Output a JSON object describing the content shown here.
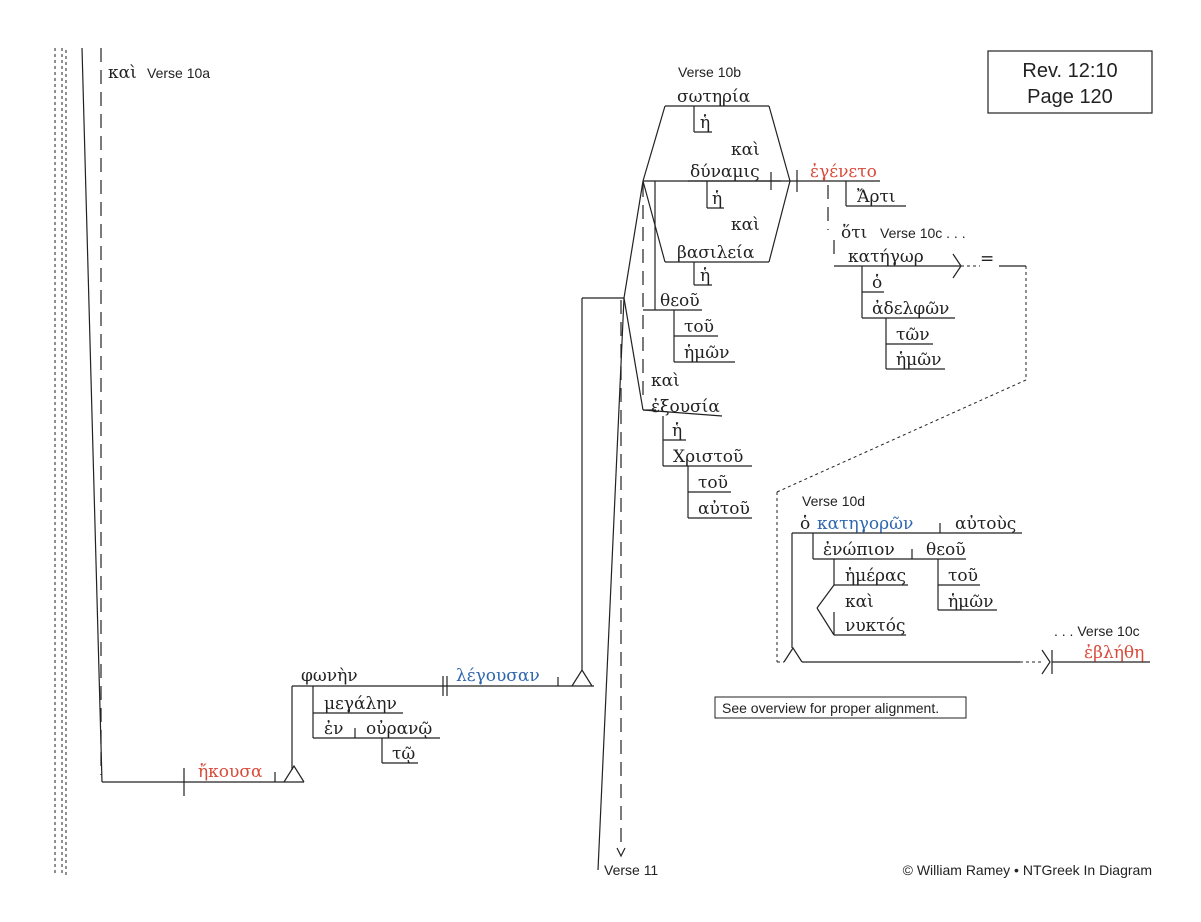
{
  "reference": {
    "line1": "Rev. 12:10",
    "line2": "Page 120"
  },
  "labels": {
    "verse_10a": "Verse 10a",
    "verse_10b": "Verse 10b",
    "verse_10c": "Verse 10c . . .",
    "verse_10c_cont": ". . . Verse 10c",
    "verse_10d": "Verse 10d",
    "verse_11": "Verse 11"
  },
  "words": {
    "kai_10a": "καὶ",
    "ekousa": "ἤκουσα",
    "phonen": "φωνὴν",
    "megalen": "μεγάλην",
    "en": "ἐν",
    "ourano": "οὐρανῷ",
    "to": "τῷ",
    "legousan": "λέγουσαν",
    "soteria": "σωτηρία",
    "he_1": "ἡ",
    "kai_1": "καὶ",
    "dunamis": "δύναμις",
    "he_2": "ἡ",
    "kai_2": "καὶ",
    "basileia": "βασιλεία",
    "he_3": "ἡ",
    "theou": "θεοῦ",
    "tou_1": "τοῦ",
    "hemon_1": "ἡμῶν",
    "kai_3": "καὶ",
    "exousia": "ἐξουσία",
    "he_4": "ἡ",
    "christou": "Χριστοῦ",
    "tou_2": "τοῦ",
    "autou": "αὐτοῦ",
    "egeneto": "ἐγένετο",
    "arti": "Ἄρτι",
    "hoti": "ὅτι",
    "kategor": "κατήγωρ",
    "equals": "=",
    "ho_1": "ὁ",
    "adelphon": "ἀδελφῶν",
    "ton": "τῶν",
    "hemon_2": "ἡμῶν",
    "ho_2": "ὁ",
    "kategoron": "κατηγορῶν",
    "autous": "αὐτοὺς",
    "enopion": "ἐνώπιον",
    "theou_2": "θεοῦ",
    "hemeras": "ἡμέρας",
    "kai_4": "καὶ",
    "nuktos": "νυκτός",
    "tou_3": "τοῦ",
    "hemon_3": "ἡμῶν",
    "eblethe": "ἐβλήθη"
  },
  "note": "See overview for proper alignment.",
  "copyright": "© William Ramey • NTGreek In Diagram"
}
